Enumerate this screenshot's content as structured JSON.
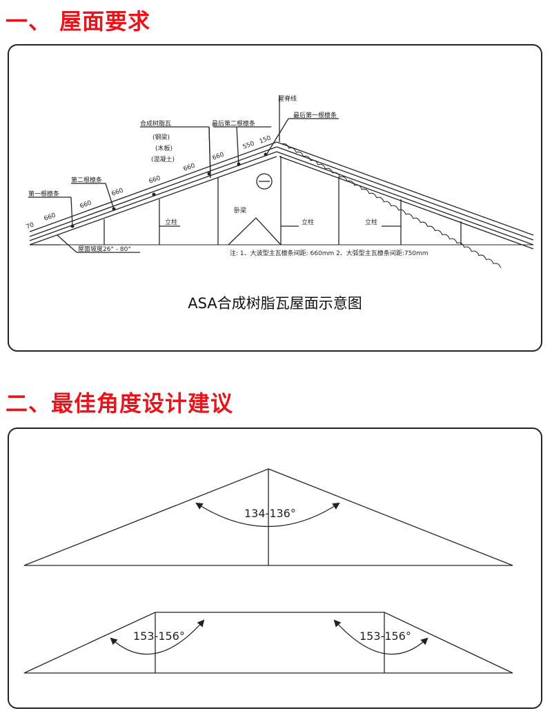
{
  "section1": {
    "title": "一、 屋面要求"
  },
  "section2": {
    "title": "二、最佳角度设计建议"
  },
  "diagram1": {
    "caption": "ASA合成树脂瓦屋面示意图",
    "labels": {
      "ridge_line": "屋脊线",
      "last_first_purlin": "最后第一根檩条",
      "last_second_purlin": "最后第二根檩条",
      "resin_tile": "合成树脂瓦",
      "steel_beam": "(钢梁)",
      "wood_board": "(木板)",
      "concrete": "(混凝土)",
      "second_purlin": "第二根檩条",
      "first_purlin": "第一根檩条",
      "slope": "屋面坡度26° - 80°",
      "post_a": "立柱",
      "post_b": "立柱",
      "post_c": "立柱",
      "beam": "卧梁",
      "note": "注: 1、大波型主瓦檩条间距: 660mm  2、大弧型主瓦檩条间距:750mm"
    },
    "dims": {
      "d70": "70",
      "d150": "150",
      "d660": "660",
      "d550": "550"
    }
  },
  "diagram2": {
    "angle_top": "134-136°",
    "angle_left": "153-156°",
    "angle_right": "153-156°"
  }
}
